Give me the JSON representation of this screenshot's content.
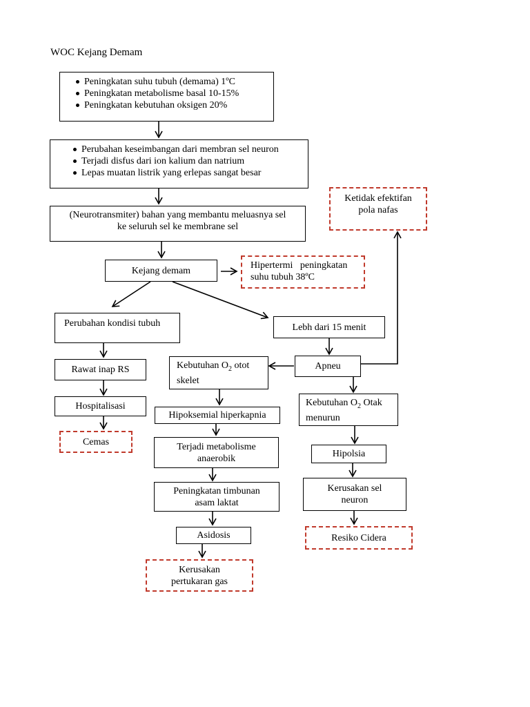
{
  "title": "WOC Kejang Demam",
  "colors": {
    "line": "#000000",
    "diagnosis_border": "#c0392b"
  },
  "boxes": {
    "b1": {
      "items": [
        "Peningkatan suhu tubuh (demama) 1ºC",
        "Peningkatan metabolisme basal 10-15%",
        "Peningkatan kebutuhan oksigen 20%"
      ]
    },
    "b2": {
      "items": [
        "Perubahan keseimbangan dari membran sel neuron",
        "Terjadi disfus dari ion kalium dan natrium",
        "Lepas muatan listrik yang erlepas sangat besar"
      ]
    },
    "b3": {
      "line1": "(Neurotransmiter) bahan yang membantu meluasnya sel",
      "line2": "ke seluruh sel ke membrane sel"
    },
    "kejang": "Kejang demam",
    "hipertermi": {
      "line1": "Hipertermi   peningkatan",
      "line2": "suhu tubuh 38ºC"
    },
    "ketidak": {
      "line1": "Ketidak efektifan",
      "line2": "pola nafas"
    },
    "perubahan": "Perubahan kondisi tubuh",
    "lebih": "Lebh dari 15 menit",
    "apneu": "Apneu",
    "rawat": "Rawat inap RS",
    "hospital": "Hospitalisasi",
    "cemas": "Cemas",
    "kebutuhan_otot": {
      "prefix": "Kebutuhan O",
      "sub": "2",
      "suffix": " otot",
      "line2": "skelet"
    },
    "hipoksemia": "Hipoksemial hiperkapnia",
    "metabolisme": {
      "line1": "Terjadi metabolisme",
      "line2": "anaerobik"
    },
    "timbunan": {
      "line1": "Peningkatan timbunan",
      "line2": "asam laktat"
    },
    "asidosis": "Asidosis",
    "pertukaran": {
      "line1": "Kerusakan",
      "line2": "pertukaran gas"
    },
    "kebutuhan_otak": {
      "prefix": "Kebutuhan O",
      "sub": "2",
      "suffix": " Otak",
      "line2": "menurun"
    },
    "hipolsia": "Hipolsia",
    "kerusakan_sel": {
      "line1": "Kerusakan sel",
      "line2": "neuron"
    },
    "resiko": "Resiko Cidera"
  }
}
